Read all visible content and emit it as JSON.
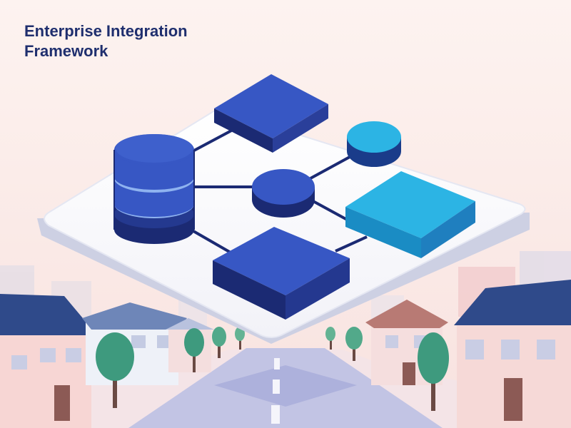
{
  "title": {
    "line1": "Enterprise Integration",
    "line2": "Framework"
  },
  "colors": {
    "background": "#fbeeea",
    "title": "#1f2f6e",
    "platform_top": "#fbfbfd",
    "platform_side": "#c9cde0",
    "node_royal": "#3757c4",
    "node_navy": "#1b2a73",
    "node_cyan": "#2cb4e4",
    "node_cyan_dark": "#1a8cc4",
    "connector": "#1b2a73",
    "road": "#b9bce0",
    "tree": "#3e9a7e",
    "roof_blue": "#3b4f8c",
    "roof_red": "#b87a74"
  },
  "diagram": {
    "nodes": [
      {
        "id": "database",
        "shape": "cylinder-stack",
        "color": "royal"
      },
      {
        "id": "top-block",
        "shape": "box",
        "color": "royal"
      },
      {
        "id": "hub",
        "shape": "disc",
        "color": "royal"
      },
      {
        "id": "small-disc",
        "shape": "disc",
        "color": "cyan"
      },
      {
        "id": "cyan-block",
        "shape": "box",
        "color": "cyan"
      },
      {
        "id": "bottom-block",
        "shape": "box",
        "color": "royal"
      }
    ],
    "edges": [
      {
        "from": "database",
        "to": "top-block"
      },
      {
        "from": "database",
        "to": "hub"
      },
      {
        "from": "database",
        "to": "bottom-block"
      },
      {
        "from": "hub",
        "to": "small-disc"
      },
      {
        "from": "hub",
        "to": "cyan-block"
      },
      {
        "from": "bottom-block",
        "to": "cyan-block"
      }
    ]
  }
}
